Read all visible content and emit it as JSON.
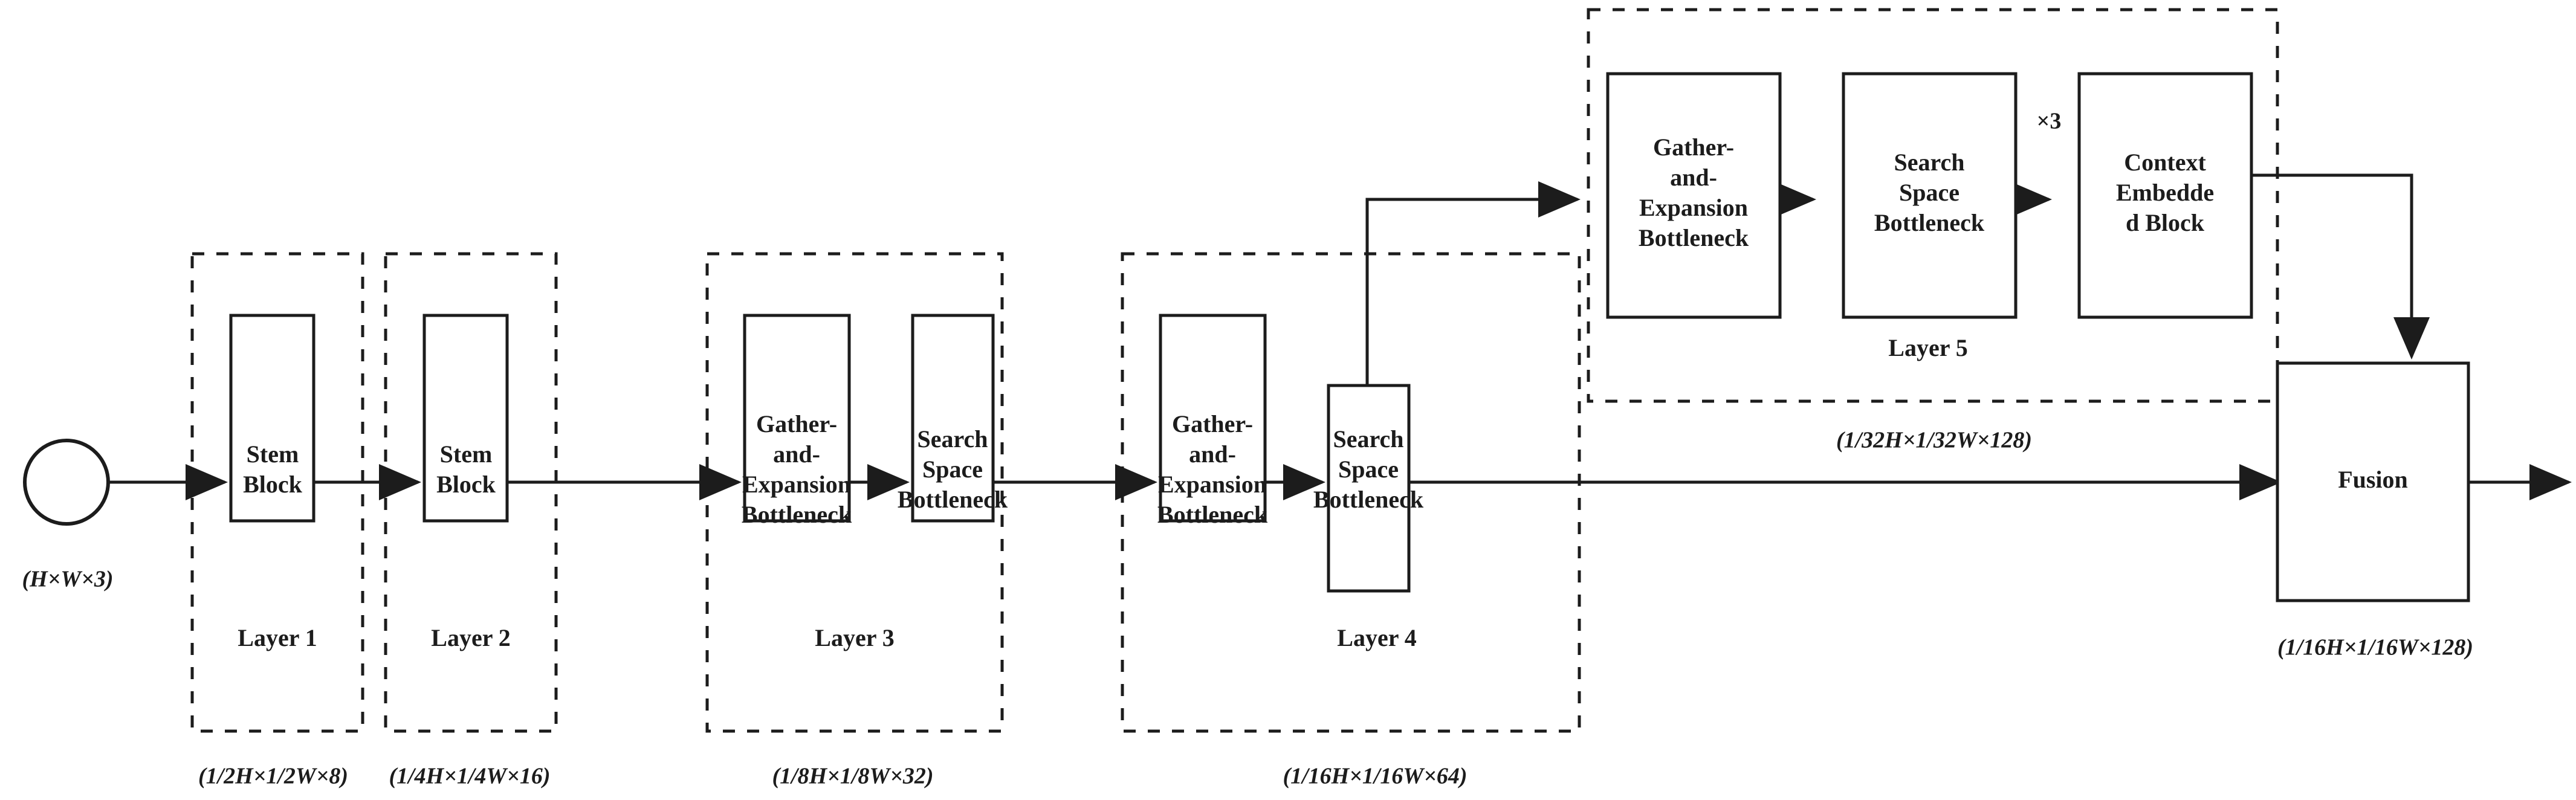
{
  "diagram": {
    "title": "Backbone network architecture",
    "input_node": {
      "name": "input-tensor",
      "dim_label": "(H×W×3)"
    },
    "layers": [
      {
        "id": "layer-1",
        "label": "Layer 1",
        "dim_label": "(1/2H×1/2W×8)",
        "blocks": [
          {
            "id": "stem-block-1",
            "label": "Stem\nBlock",
            "lines": [
              "Stem",
              "Block"
            ]
          }
        ]
      },
      {
        "id": "layer-2",
        "label": "Layer 2",
        "dim_label": "(1/4H×1/4W×16)",
        "blocks": [
          {
            "id": "stem-block-2",
            "label": "Stem\nBlock",
            "lines": [
              "Stem",
              "Block"
            ]
          }
        ]
      },
      {
        "id": "layer-3",
        "label": "Layer 3",
        "dim_label": "(1/8H×1/8W×32)",
        "blocks": [
          {
            "id": "ge-bottleneck-3",
            "label": "Gather-and-Expansion Bottleneck",
            "lines": [
              "Gather-",
              "and-",
              "Expansion",
              "Bottleneck"
            ]
          },
          {
            "id": "search-space-bottleneck-3",
            "label": "Search Space Bottleneck",
            "lines": [
              "Search",
              "Space",
              "Bottleneck"
            ]
          }
        ]
      },
      {
        "id": "layer-4",
        "label": "Layer 4",
        "dim_label": "(1/16H×1/16W×64)",
        "blocks": [
          {
            "id": "ge-bottleneck-4",
            "label": "Gather-and-Expansion Bottleneck",
            "lines": [
              "Gather-",
              "and-",
              "Expansion",
              "Bottleneck"
            ]
          },
          {
            "id": "search-space-bottleneck-4",
            "label": "Search Space Bottleneck",
            "lines": [
              "Search",
              "Space",
              "Bottleneck"
            ]
          }
        ]
      },
      {
        "id": "layer-5",
        "label": "Layer 5",
        "dim_label": "(1/32H×1/32W×128)",
        "repeat": "×3",
        "blocks": [
          {
            "id": "ge-bottleneck-5",
            "label": "Gather-and-Expansion Bottleneck",
            "lines": [
              "Gather-",
              "and-",
              "Expansion",
              "Bottleneck"
            ]
          },
          {
            "id": "search-space-bottleneck-5",
            "label": "Search Space Bottleneck",
            "lines": [
              "Search",
              "Space",
              "Bottleneck"
            ]
          },
          {
            "id": "context-embedded-block",
            "label": "Context Embedded Block",
            "lines": [
              "Context",
              "Embedde",
              "d Block"
            ]
          }
        ]
      }
    ],
    "fusion": {
      "id": "fusion-block",
      "label": "Fusion",
      "dim_label": "(1/16H×1/16W×128)"
    },
    "colors": {
      "stroke": "#1c1c1c",
      "fill": "#ffffff",
      "background": "#ffffff"
    }
  }
}
